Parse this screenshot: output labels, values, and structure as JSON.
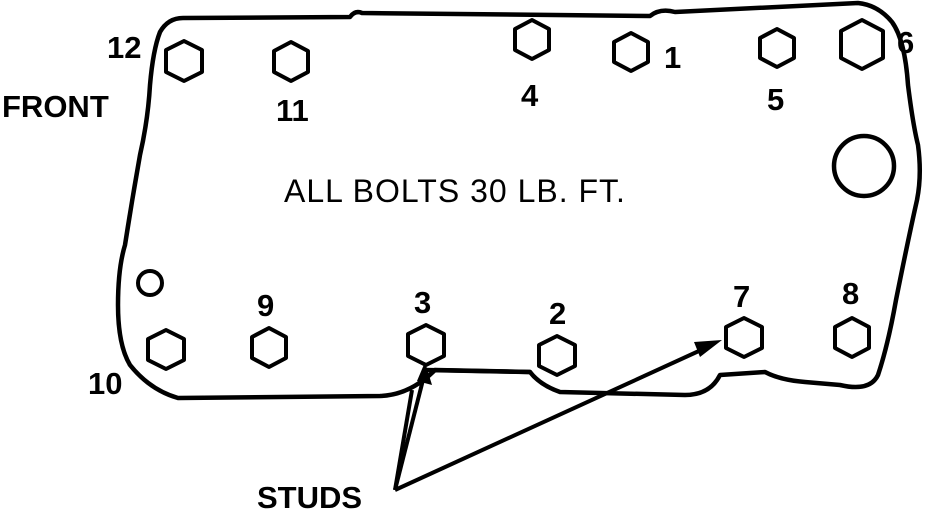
{
  "front_label": "FRONT",
  "torque_note": "ALL BOLTS 30 LB. FT.",
  "studs_label": "STUDS",
  "bolts": [
    {
      "id": "bolt-12",
      "label": "12"
    },
    {
      "id": "bolt-11",
      "label": "11"
    },
    {
      "id": "bolt-4",
      "label": "4"
    },
    {
      "id": "bolt-1",
      "label": "1"
    },
    {
      "id": "bolt-5",
      "label": "5"
    },
    {
      "id": "bolt-6",
      "label": "6"
    },
    {
      "id": "bolt-10",
      "label": "10"
    },
    {
      "id": "bolt-9",
      "label": "9"
    },
    {
      "id": "bolt-3",
      "label": "3"
    },
    {
      "id": "bolt-2",
      "label": "2"
    },
    {
      "id": "bolt-7",
      "label": "7"
    },
    {
      "id": "bolt-8",
      "label": "8"
    }
  ]
}
